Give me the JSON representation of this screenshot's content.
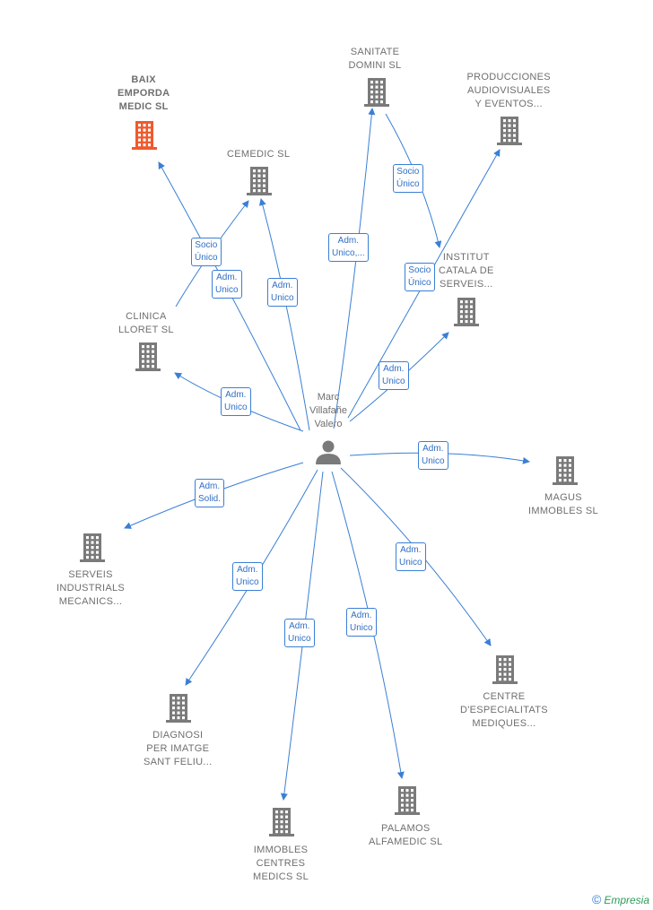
{
  "colors": {
    "edge": "#3a7fd5",
    "building": "#7a7a7a",
    "building_highlight": "#ef5a2e",
    "person": "#7a7a7a"
  },
  "person": {
    "name_lines": [
      "Marc",
      "Villafañe",
      "Valero"
    ],
    "icon": "person-icon"
  },
  "nodes": [
    {
      "id": "baix",
      "lines": [
        "BAIX",
        "EMPORDA",
        "MEDIC  SL"
      ],
      "highlight": true,
      "icon": "building-icon"
    },
    {
      "id": "sanitate",
      "lines": [
        "SANITATE",
        "DOMINI  SL"
      ],
      "icon": "building-icon"
    },
    {
      "id": "producciones",
      "lines": [
        "PRODUCCIONES",
        "AUDIOVISUALES",
        "Y EVENTOS..."
      ],
      "icon": "building-icon"
    },
    {
      "id": "cemedic",
      "lines": [
        "CEMEDIC SL"
      ],
      "icon": "building-icon"
    },
    {
      "id": "institut",
      "lines": [
        "INSTITUT",
        "CATALA DE",
        "SERVEIS..."
      ],
      "icon": "building-icon"
    },
    {
      "id": "clinica",
      "lines": [
        "CLINICA",
        "LLORET  SL"
      ],
      "icon": "building-icon"
    },
    {
      "id": "magus",
      "lines": [
        "MAGUS",
        "IMMOBLES  SL"
      ],
      "icon": "building-icon"
    },
    {
      "id": "serveis",
      "lines": [
        "SERVEIS",
        "INDUSTRIALS",
        "MECANICS..."
      ],
      "icon": "building-icon"
    },
    {
      "id": "centre",
      "lines": [
        "CENTRE",
        "D'ESPECIALITATS",
        "MEDIQUES..."
      ],
      "icon": "building-icon"
    },
    {
      "id": "diagnosi",
      "lines": [
        "DIAGNOSI",
        "PER IMATGE",
        "SANT FELIU..."
      ],
      "icon": "building-icon"
    },
    {
      "id": "palamos",
      "lines": [
        "PALAMOS",
        "ALFAMEDIC SL"
      ],
      "icon": "building-icon"
    },
    {
      "id": "immobles",
      "lines": [
        "IMMOBLES",
        "CENTRES",
        "MEDICS  SL"
      ],
      "icon": "building-icon"
    }
  ],
  "edges": [
    {
      "id": "e-baix",
      "label": [
        "Adm.",
        "Unico"
      ]
    },
    {
      "id": "e-clinica-cemedic",
      "label": [
        "Socio",
        "Único"
      ]
    },
    {
      "id": "e-cemedic",
      "label": [
        "Adm.",
        "Unico"
      ]
    },
    {
      "id": "e-sanitate",
      "label": [
        "Adm.",
        "Unico,..."
      ]
    },
    {
      "id": "e-sanitate-institut",
      "label": [
        "Socio",
        "Único"
      ]
    },
    {
      "id": "e-producciones",
      "label": [
        "Socio",
        "Único"
      ]
    },
    {
      "id": "e-institut",
      "label": [
        "Adm.",
        "Unico"
      ]
    },
    {
      "id": "e-clinica",
      "label": [
        "Adm.",
        "Unico"
      ]
    },
    {
      "id": "e-magus",
      "label": [
        "Adm.",
        "Unico"
      ]
    },
    {
      "id": "e-serveis",
      "label": [
        "Adm.",
        "Solid."
      ]
    },
    {
      "id": "e-diagnosi",
      "label": [
        "Adm.",
        "Unico"
      ]
    },
    {
      "id": "e-immobles",
      "label": [
        "Adm.",
        "Unico"
      ]
    },
    {
      "id": "e-palamos",
      "label": [
        "Adm.",
        "Unico"
      ]
    },
    {
      "id": "e-centre",
      "label": [
        "Adm.",
        "Unico"
      ]
    }
  ],
  "brand": {
    "copyright": "©",
    "name": "Empresia"
  }
}
